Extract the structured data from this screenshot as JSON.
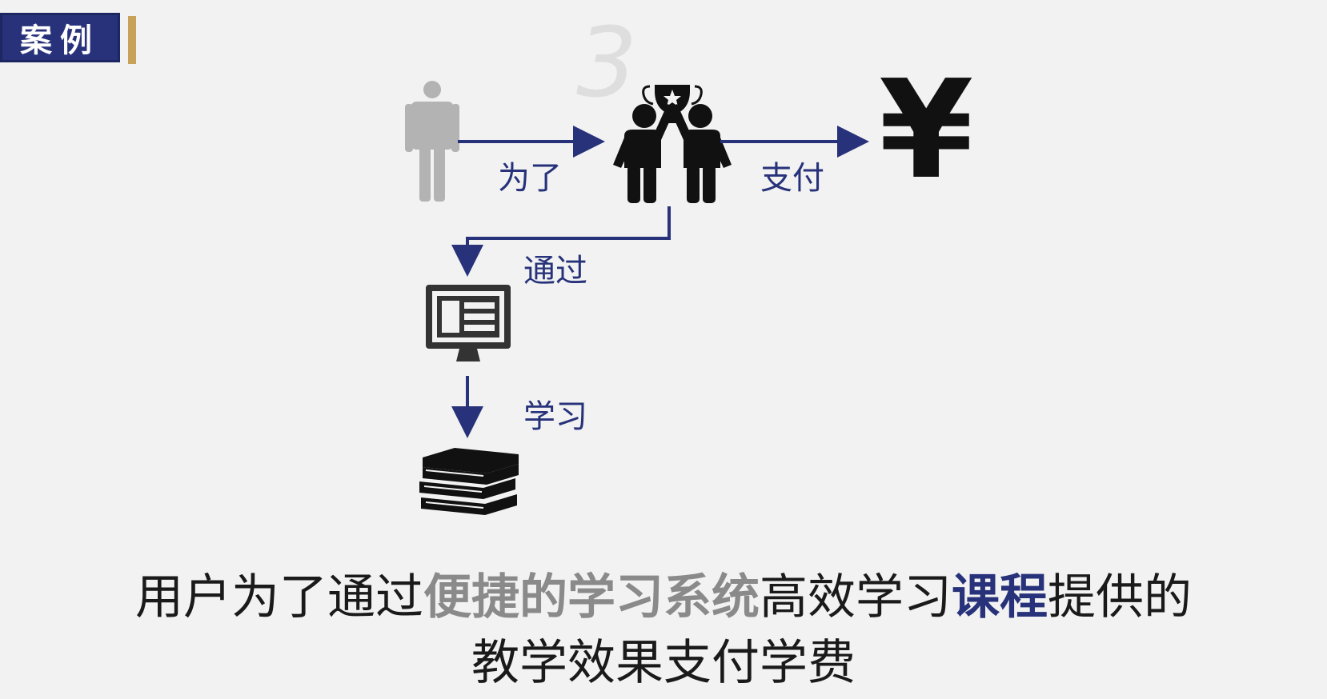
{
  "badge": {
    "text": "案例"
  },
  "diagram": {
    "arrow_for": "为了",
    "arrow_pay": "支付",
    "arrow_via": "通过",
    "arrow_learn": "学习",
    "currency_symbol": "¥",
    "colors": {
      "arrow": "#27327a",
      "badge_bg": "#27327a",
      "badge_bar": "#c9a25a",
      "person_gray": "#b3b3b3",
      "icon_dark": "#111111"
    },
    "icons": [
      "person-icon",
      "team-trophy-icon",
      "yen-icon",
      "computer-icon",
      "books-icon"
    ]
  },
  "caption": {
    "line1_a": "用户为了通过",
    "line1_b": "便捷的学习系统",
    "line1_c": "高效学习",
    "line1_d": "课程",
    "line1_e": "提供的",
    "line2": "教学效果支付学费"
  }
}
